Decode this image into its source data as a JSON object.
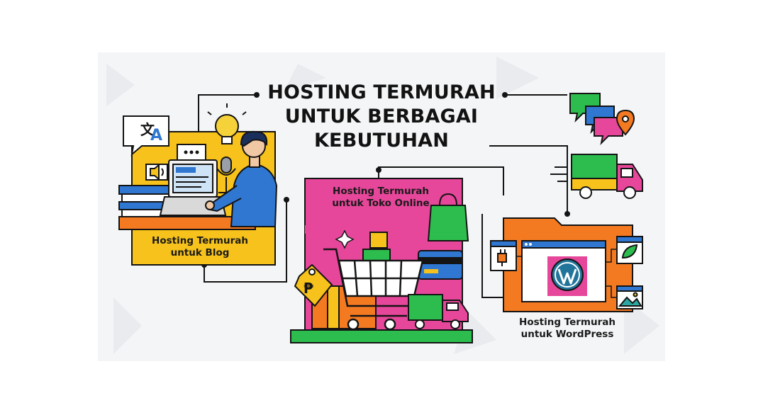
{
  "title": {
    "lines": [
      "HOSTING TERMURAH",
      "UNTUK BERBAGAI",
      "KEBUTUHAN"
    ]
  },
  "sections": {
    "blog": {
      "lines": [
        "Hosting Termurah",
        "untuk Blog"
      ]
    },
    "toko_online": {
      "lines": [
        "Hosting Termurah",
        "untuk Toko Online"
      ]
    },
    "wordpress": {
      "lines": [
        "Hosting Termurah",
        "untuk WordPress"
      ]
    }
  },
  "icons": {
    "translate_glyph": "文",
    "translate_letter": "A",
    "price_symbol": "₱"
  },
  "colors": {
    "yellow": "#f6c21b",
    "pink": "#e6479a",
    "green": "#2dbd4e",
    "orange": "#f47a22",
    "blue": "#2f77d0",
    "teal": "#2aa7a1",
    "dark": "#141414",
    "wordpress_blue": "#21759b"
  }
}
